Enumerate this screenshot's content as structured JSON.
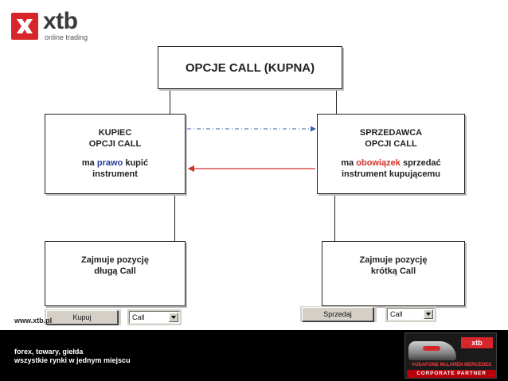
{
  "brand": {
    "logo_word": "xtb",
    "logo_sub": "online trading",
    "accent_color": "#d7262b"
  },
  "diagram": {
    "title": "OPCJE CALL (KUPNA)",
    "buyer": {
      "line1": "KUPIEC",
      "line2": "OPCJI CALL",
      "pre": "ma",
      "keyword": "prawo",
      "post": "kupić",
      "line4": "instrument",
      "keyword_color": "#2a3c9e"
    },
    "seller": {
      "line1": "SPRZEDAWCA",
      "line2": "OPCJI CALL",
      "pre": "ma",
      "keyword": "obowiązek",
      "post": "sprzedać",
      "line4": "instrument kupującemu",
      "keyword_color": "#d0302a"
    },
    "long_position": {
      "line1": "Zajmuje pozycję",
      "line2": "długą Call"
    },
    "short_position": {
      "line1": "Zajmuje pozycję",
      "line2": "krótką Call"
    },
    "arrows": [
      {
        "from": "buyer",
        "to": "seller",
        "style": "dash-dot",
        "color": "#3a5fb0"
      },
      {
        "from": "seller",
        "to": "buyer",
        "style": "solid",
        "color": "#d0302a"
      }
    ]
  },
  "widgets": {
    "buy_button": "Kupuj",
    "buy_select": "Call",
    "sell_button": "Sprzedaj",
    "sell_select": "Call"
  },
  "footer": {
    "url": "www.xtb.pl",
    "tagline_line1": "forex, towary, giełda",
    "tagline_line2": "wszystkie rynki w jednym miejscu",
    "partner_logo": "xtb",
    "partner_line1": "VODAFONE McLAREN MERCEDES",
    "partner_line2": "CORPORATE PARTNER"
  }
}
